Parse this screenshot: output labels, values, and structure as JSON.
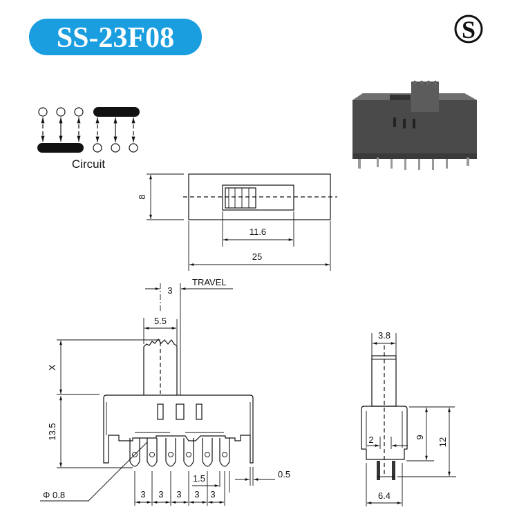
{
  "header": {
    "title": "SS-23F08",
    "logo_letter": "S",
    "badge_color": "#1a9ee0"
  },
  "circuit": {
    "label": "Circuit"
  },
  "top_view": {
    "height": "8",
    "slot_length": "11.6",
    "body_length": "25"
  },
  "front_view": {
    "travel_label": "TRAVEL",
    "travel": "3",
    "knob_width": "5.5",
    "knob_height": "X",
    "body_height": "13.5",
    "hole_diameter": "Φ 0.8",
    "pin_offset": "1.5",
    "pin_thickness": "0.5",
    "pitches": [
      "3",
      "3",
      "3",
      "3",
      "3"
    ]
  },
  "side_view": {
    "knob_width": "3.8",
    "pin_gap": "2",
    "body_height": "9",
    "total_height": "12",
    "pin_span": "6.4"
  }
}
